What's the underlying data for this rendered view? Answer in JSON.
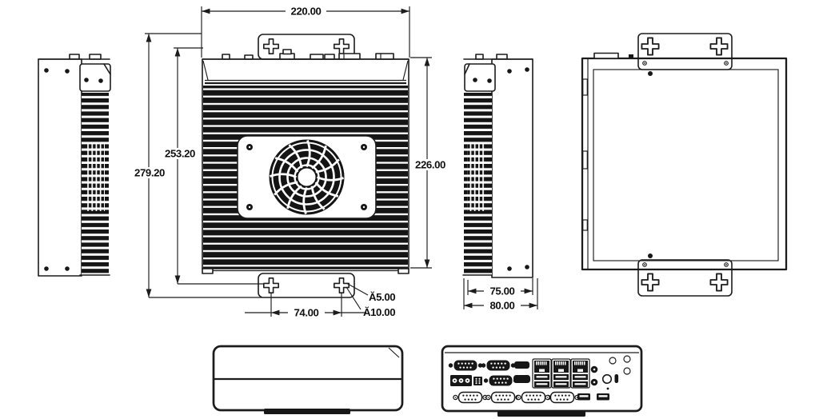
{
  "dimensions": {
    "top_width": "220.00",
    "outer_height": "279.20",
    "inner_height": "253.20",
    "body_height": "226.00",
    "mount_hole_spacing": "74.00",
    "mount_hole_small_dia": "Ă5.00",
    "mount_hole_large_dia": "Ă10.00",
    "side_depth_inner": "75.00",
    "side_depth_outer": "80.00"
  },
  "colors": {
    "line": "#1c1c1c",
    "background": "#ffffff"
  }
}
